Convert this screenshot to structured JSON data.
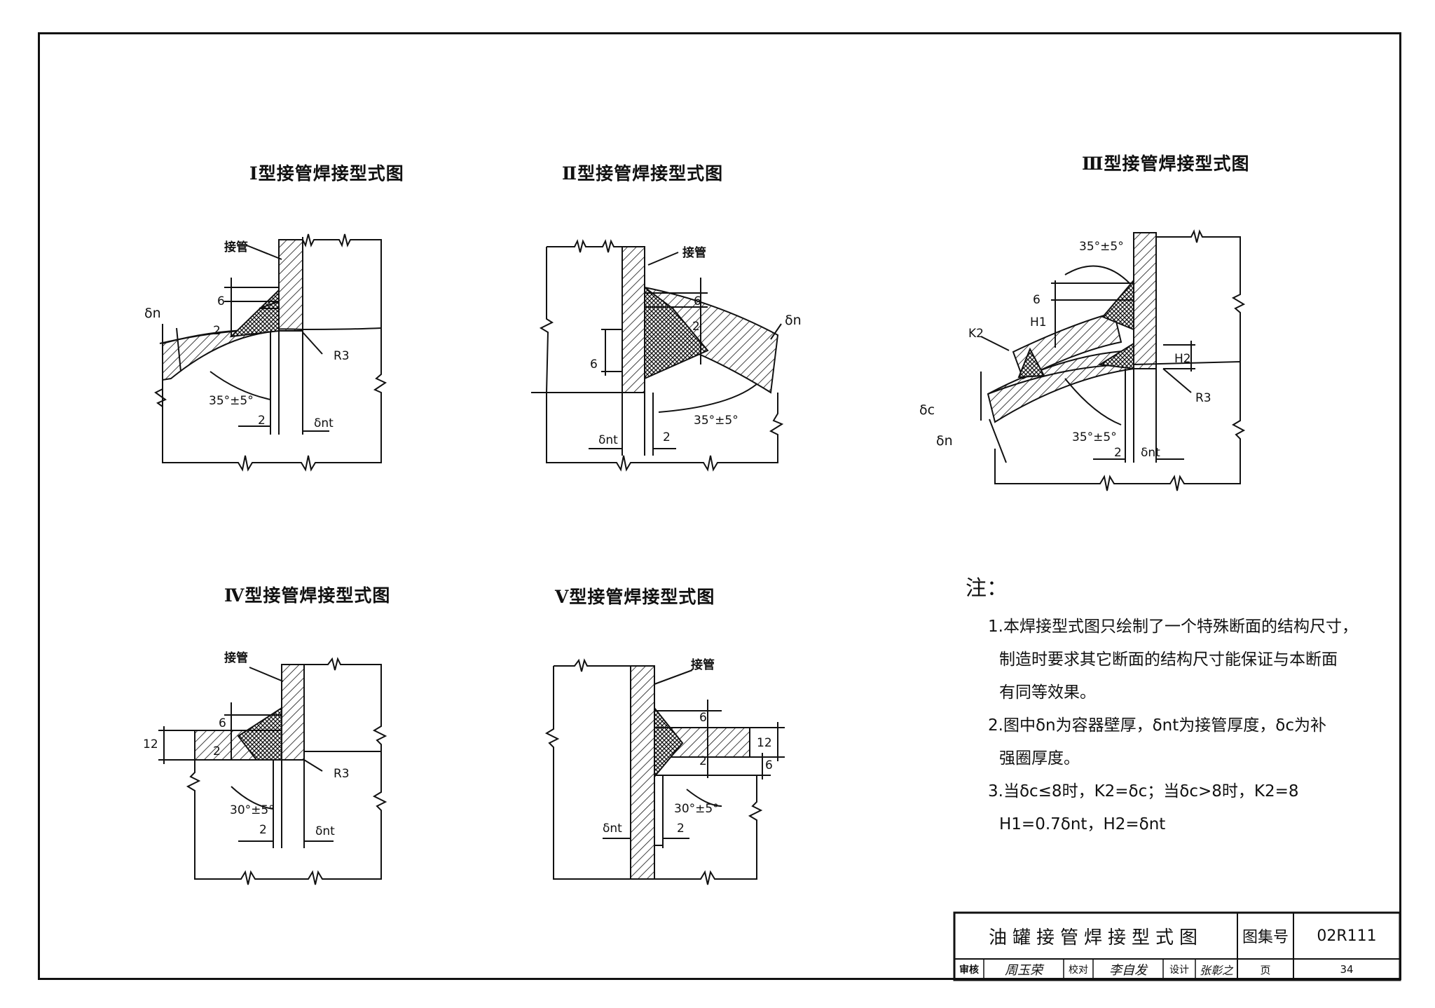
{
  "diagrams": [
    {
      "title": "Ⅰ型接管焊接型式图",
      "labels": {
        "pipe": "接管",
        "dn": "δn",
        "dnt": "δnt",
        "r3": "R3",
        "angle": "35°±5°",
        "d2a": "2",
        "d2b": "2",
        "d6": "6"
      }
    },
    {
      "title": "Ⅱ型接管焊接型式图",
      "labels": {
        "pipe": "接管",
        "dn": "δn",
        "dnt": "δnt",
        "angle": "35°±5°",
        "d2a": "2",
        "d2b": "2",
        "d6a": "6",
        "d6b": "6"
      }
    },
    {
      "title": "Ⅲ型接管焊接型式图",
      "labels": {
        "angle_top": "35°±5°",
        "angle_bot": "35°±5°",
        "k2": "K2",
        "h1": "H1",
        "h2": "H2",
        "d6": "6",
        "dc": "δc",
        "dn": "δn",
        "r3": "R3",
        "d2": "2",
        "dnt": "δnt"
      }
    },
    {
      "title": "Ⅳ型接管焊接型式图",
      "labels": {
        "pipe": "接管",
        "d12": "12",
        "d6": "6",
        "d2": "2",
        "r3": "R3",
        "angle": "30°±5°",
        "d2b": "2",
        "dnt": "δnt"
      }
    },
    {
      "title": "Ⅴ型接管焊接型式图",
      "labels": {
        "pipe": "接管",
        "d6a": "6",
        "d12": "12",
        "d6b": "6",
        "d2": "2",
        "angle": "30°±5°",
        "dnt": "δnt",
        "d2b": "2"
      }
    }
  ],
  "notes": {
    "heading": "注：",
    "lines": [
      "1.本焊接型式图只绘制了一个特殊断面的结构尺寸，",
      "制造时要求其它断面的结构尺寸能保证与本断面",
      "有同等效果。",
      "2.图中δn为容器壁厚，δnt为接管厚度，δc为补",
      "强圈厚度。",
      "3.当δc≤8时，K2=δc；当δc>8时，K2=8",
      "H1=0.7δnt，H2=δnt"
    ]
  },
  "title_block": {
    "drawing_title": "油罐接管焊接型式图",
    "atlas_label": "图集号",
    "atlas_no": "02R111",
    "review_label": "审核",
    "reviewer": "周玉荣",
    "check_label": "校对",
    "checker": "李自发",
    "design_label": "设计",
    "designer": "张彰之",
    "page_label": "页",
    "page_no": "34"
  }
}
